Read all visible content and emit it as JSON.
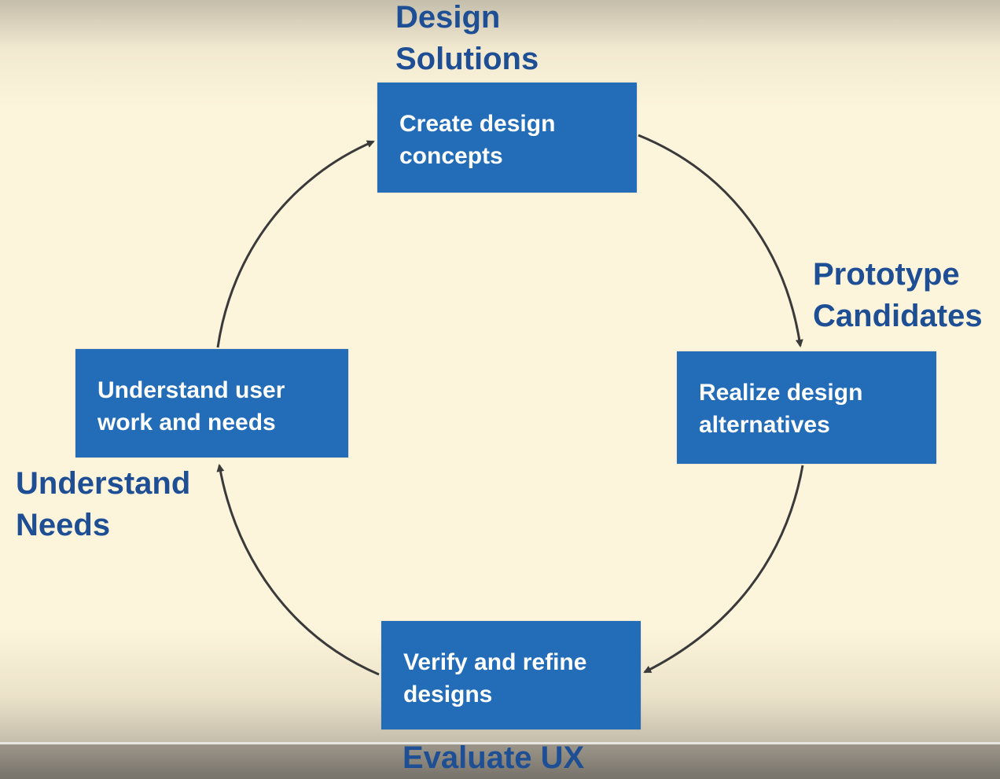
{
  "diagram": {
    "type": "cycle",
    "steps": [
      {
        "id": "create",
        "lines": [
          "Create design",
          "concepts"
        ]
      },
      {
        "id": "realize",
        "lines": [
          "Realize design",
          "alternatives"
        ]
      },
      {
        "id": "verify",
        "lines": [
          "Verify and refine",
          "designs"
        ]
      },
      {
        "id": "understand",
        "lines": [
          "Understand user",
          "work and needs"
        ]
      }
    ],
    "phases": [
      {
        "id": "design",
        "lines": [
          "Design",
          "Solutions"
        ]
      },
      {
        "id": "prototype",
        "lines": [
          "Prototype",
          "Candidates"
        ]
      },
      {
        "id": "evaluate",
        "lines": [
          "Evaluate UX"
        ]
      },
      {
        "id": "needs",
        "lines": [
          "Understand",
          "Needs"
        ]
      }
    ],
    "flow": [
      {
        "from": "create",
        "to": "realize"
      },
      {
        "from": "realize",
        "to": "verify"
      },
      {
        "from": "verify",
        "to": "understand"
      },
      {
        "from": "understand",
        "to": "create"
      }
    ],
    "colors": {
      "background": "#fdf4dc",
      "box_fill": "#236cb8",
      "box_text": "#ffffff",
      "phase_text": "#1e4f95",
      "arrow": "#3a3a3a"
    }
  }
}
